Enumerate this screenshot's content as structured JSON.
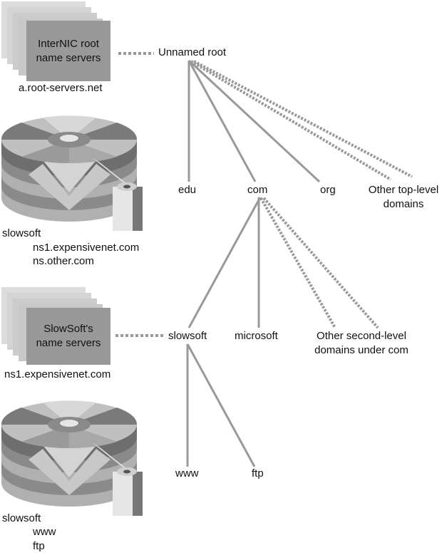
{
  "root_servers": {
    "box_line1": "InterNIC root",
    "box_line2": "name servers",
    "host": "a.root-servers.net",
    "db_zone": "slowsoft",
    "db_ns1": "ns1.expensivenet.com",
    "db_ns2": "ns.other.com"
  },
  "slowsoft_servers": {
    "box_line1": "SlowSoft's",
    "box_line2": "name servers",
    "host": "ns1.expensivenet.com",
    "db_zone": "slowsoft",
    "db_rec1": "www",
    "db_rec2": "ftp"
  },
  "tree": {
    "root": "Unnamed root",
    "tld": {
      "edu": "edu",
      "com": "com",
      "org": "org",
      "other_line1": "Other top-level",
      "other_line2": "domains"
    },
    "sld": {
      "slowsoft": "slowsoft",
      "microsoft": "microsoft",
      "other_line1": "Other second-level",
      "other_line2": "domains under com"
    },
    "hosts": {
      "www": "www",
      "ftp": "ftp"
    }
  },
  "colors": {
    "line": "#999999",
    "box_fill": "#999999",
    "stack_fill": "#d8d8d8",
    "disk_light": "#c4c4c4",
    "disk_mid": "#a0a0a0",
    "disk_dark": "#6e6e6e"
  },
  "icons": [
    "server-stack-icon",
    "database-disk-icon"
  ]
}
